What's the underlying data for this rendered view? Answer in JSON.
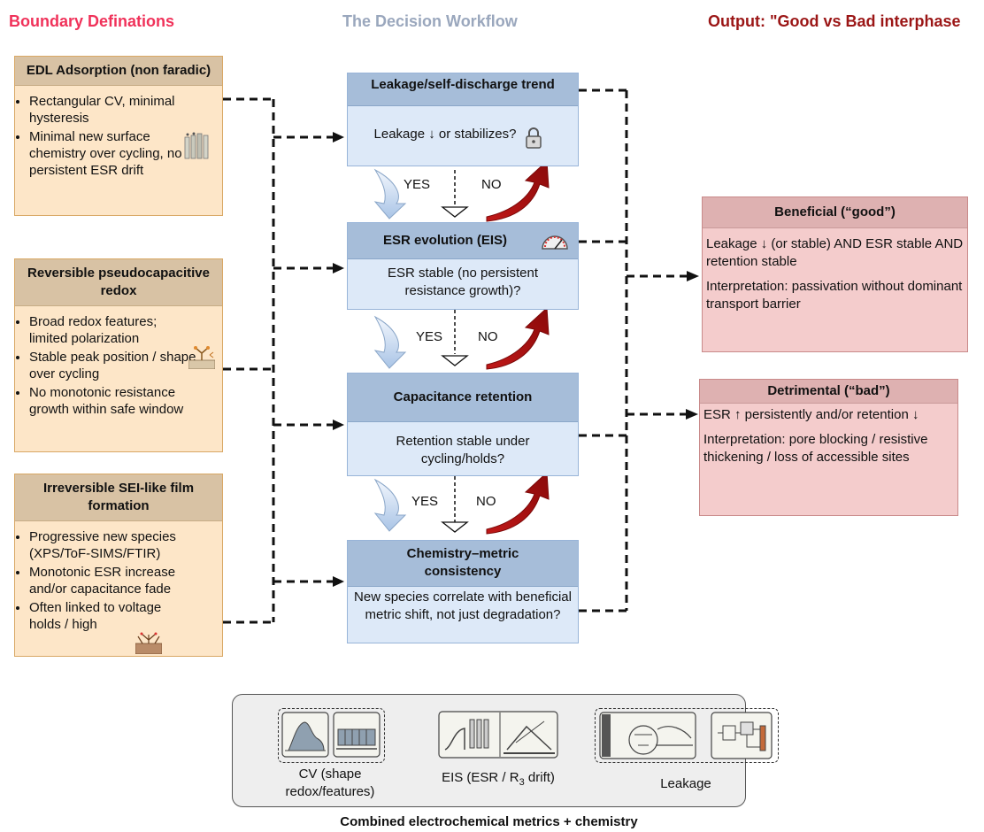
{
  "headers": {
    "left": "Boundary Definations",
    "center": "The Decision Workflow",
    "right": "Output: \"Good vs Bad interphase"
  },
  "colors": {
    "left_header": "#f0325a",
    "center_header": "#9aa7bd",
    "right_header": "#9b1616",
    "left_box_fill": "#fde6c8",
    "flow_box_fill": "#dde9f8",
    "output_box_fill": "#f4cccc",
    "no_arrow": "#9b0f0f"
  },
  "boundaries": [
    {
      "title": "EDL Adsorption (non faradic)",
      "bullets": [
        "Rectangular CV, minimal hysteresis",
        "Minimal new surface chemistry over cycling, no persistent ESR drift"
      ],
      "icon": "capacitor-plates-icon"
    },
    {
      "title": "Reversible pseudocapacitive redox",
      "bullets": [
        "Broad redox features; limited polarization",
        "Stable peak position / shape over cycling",
        "No monotonic resistance growth within safe window"
      ],
      "icon": "redox-surface-icon"
    },
    {
      "title": "Irreversible SEI-like film formation",
      "bullets": [
        "Progressive new species (XPS/ToF-SIMS/FTIR)",
        "Monotonic ESR increase and/or capacitance fade",
        "Often linked to voltage holds / high"
      ],
      "icon": "film-growth-icon"
    }
  ],
  "workflow": [
    {
      "title": "Leakage/self-discharge trend",
      "question": "Leakage ↓ or stabilizes?",
      "icon": "lock-icon"
    },
    {
      "title": "ESR evolution (EIS)",
      "question": "ESR stable (no persistent resistance growth)?",
      "icon": "gauge-icon"
    },
    {
      "title": "Capacitance retention",
      "question": "Retention stable under cycling/holds?"
    },
    {
      "title": "Chemistry–metric consistency",
      "question": "New species correlate with beneficial metric shift, not just degradation?"
    }
  ],
  "branch_labels": {
    "yes": "YES",
    "no": "NO"
  },
  "outputs": {
    "good": {
      "title": "Beneficial (“good”)",
      "line1": "Leakage ↓ (or stable) AND ESR stable AND retention stable",
      "line2": "Interpretation: passivation without dominant transport barrier"
    },
    "bad": {
      "title": "Detrimental (“bad”)",
      "line1": "ESR ↑ persistently and/or retention ↓",
      "line2": "Interpretation: pore blocking / resistive thickening / loss of accessible sites"
    }
  },
  "metrics": {
    "cv": "CV (shape redox/features)",
    "eis_prefix": "EIS (ESR / R",
    "eis_sub": "3",
    "eis_suffix": " drift)",
    "leakage": "Leakage",
    "caption": "Combined electrochemical metrics + chemistry"
  }
}
